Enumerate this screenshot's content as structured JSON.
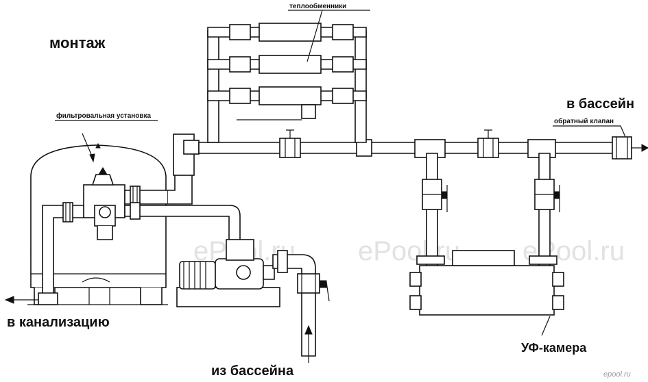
{
  "title": "монтаж",
  "labels": {
    "heat_exchangers": "теплообменники",
    "filter_unit": "фильтровальная установка",
    "to_pool": "в бассейн",
    "check_valve": "обратный клапан",
    "to_sewer": "в канализацию",
    "from_pool": "из бассейна",
    "uv_chamber": "УФ-камера"
  },
  "watermark": "ePool.ru",
  "logo": "epool.ru",
  "colors": {
    "line": "#111111",
    "watermark": "#d9d9d9",
    "background": "#ffffff"
  }
}
